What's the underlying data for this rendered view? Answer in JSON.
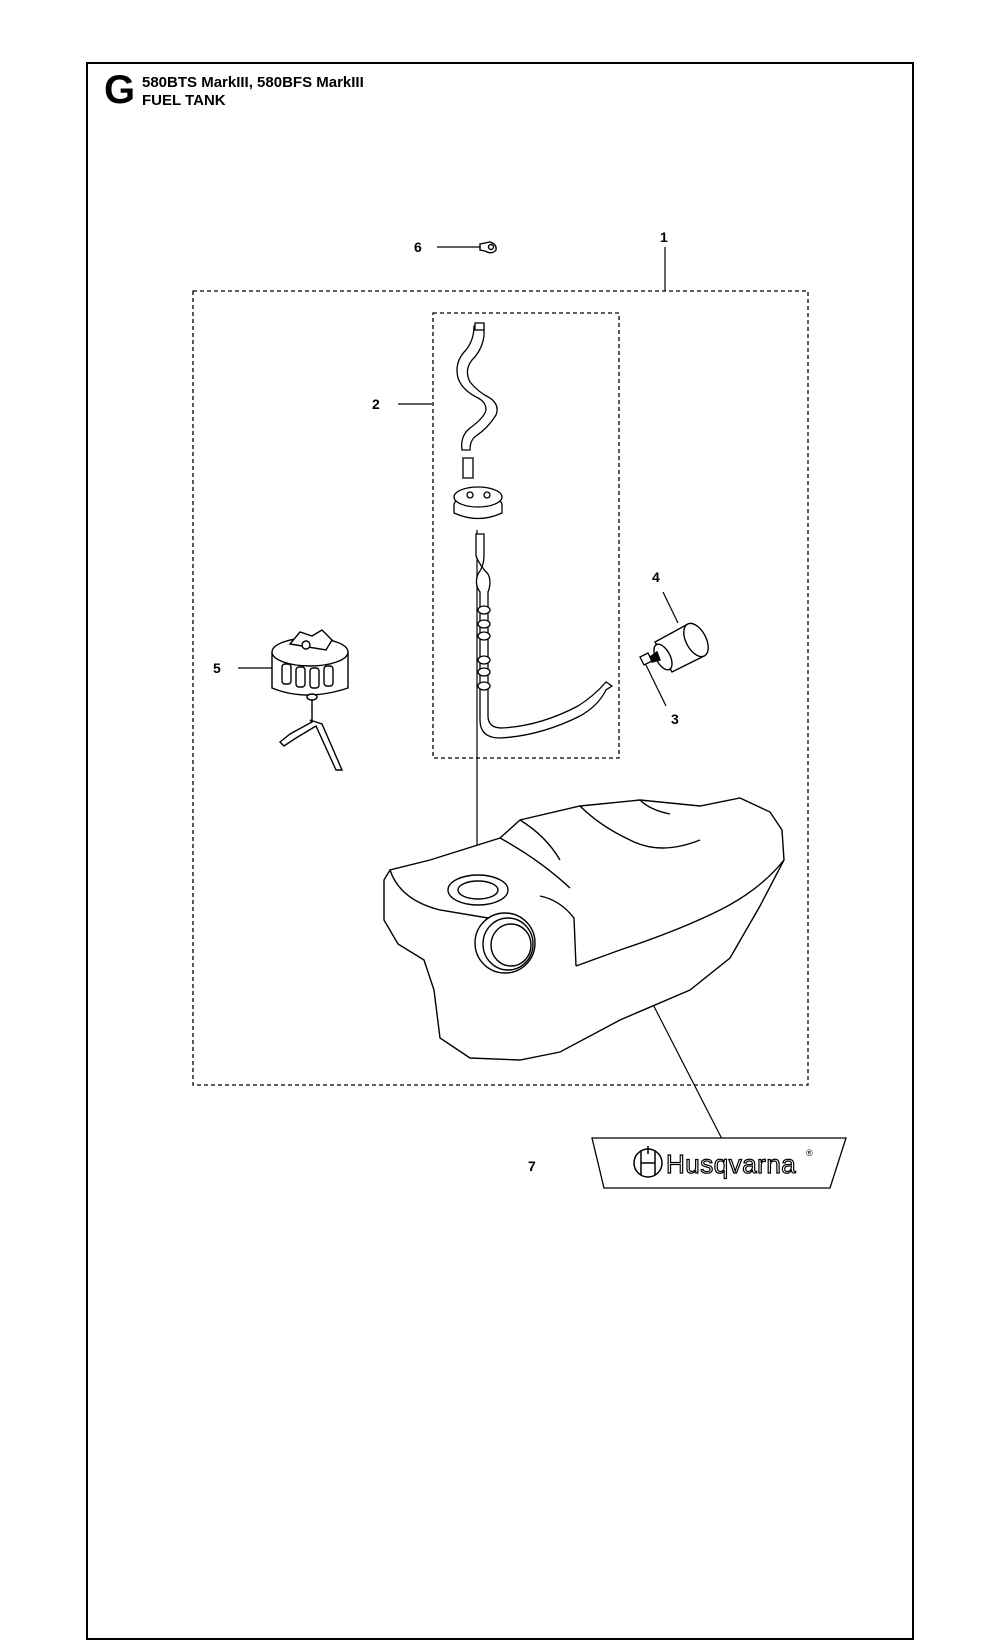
{
  "header": {
    "section_letter": "G",
    "models": "580BTS MarkIII, 580BFS MarkIII",
    "title": "FUEL TANK"
  },
  "callouts": {
    "c1": "1",
    "c2": "2",
    "c3": "3",
    "c4": "4",
    "c5": "5",
    "c6": "6",
    "c7": "7"
  },
  "decal": {
    "brand": "Husqvarna",
    "registered_mark": "®"
  }
}
